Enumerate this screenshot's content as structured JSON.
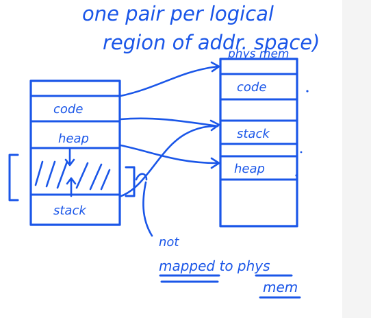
{
  "heading": {
    "line1": "one pair per logical",
    "line2": "region of addr. space)"
  },
  "virtual_memory": {
    "segments": [
      {
        "label": "code"
      },
      {
        "label": "heap"
      },
      {
        "label": "stack"
      }
    ]
  },
  "physical_memory": {
    "title": "phys mem",
    "segments": [
      {
        "label": "code"
      },
      {
        "label": "stack"
      },
      {
        "label": "heap"
      }
    ]
  },
  "annotation": {
    "not": "not",
    "mapped": "mapped to phys",
    "mem": "mem"
  },
  "colors": {
    "ink": "#1a56e8",
    "background": "#ffffff"
  }
}
